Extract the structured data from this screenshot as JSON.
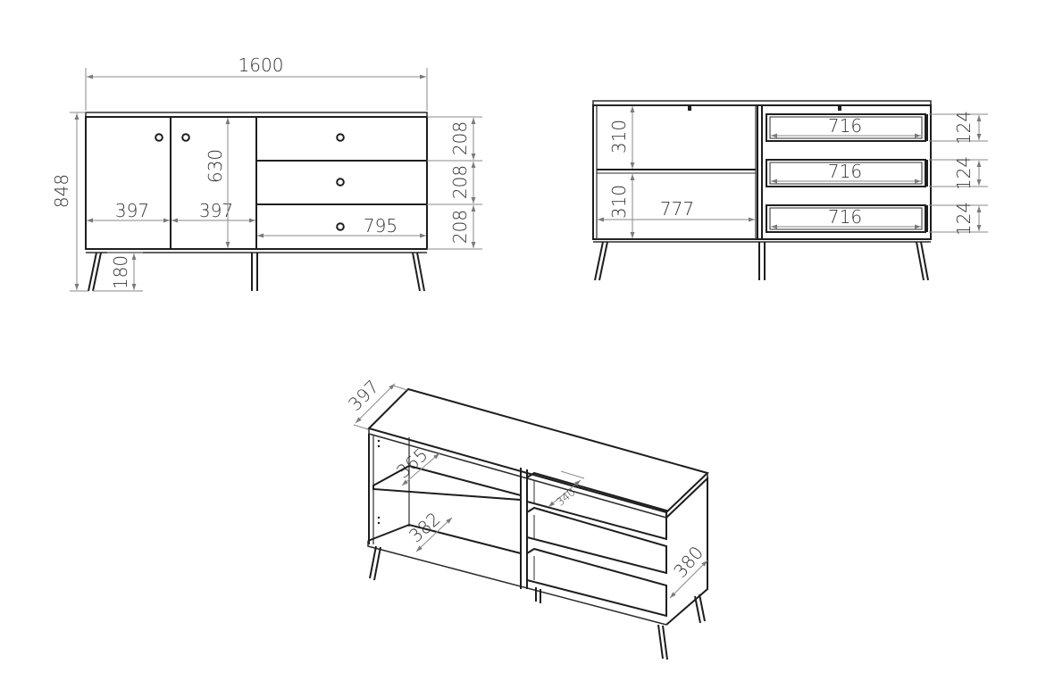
{
  "colors": {
    "ink": "#1e1e1e",
    "dimension": "#8a8a8a",
    "background": "#ffffff"
  },
  "front_view": {
    "overall_width": "1600",
    "overall_height": "848",
    "door_left_width": "397",
    "door_right_width": "397",
    "door_height": "630",
    "drawer_block_width": "795",
    "drawer_heights": [
      "208",
      "208",
      "208"
    ],
    "leg_height": "180"
  },
  "interior_view": {
    "shelf_heights": [
      "310",
      "310"
    ],
    "compartment_width": "777",
    "drawer_widths": [
      "716",
      "716",
      "716"
    ],
    "drawer_box_heights": [
      "124",
      "124",
      "124"
    ]
  },
  "iso_view": {
    "depth": "397",
    "upper_shelf_depth": "365",
    "lower_shelf_depth": "382",
    "drawer_depth": "340",
    "side_depth": "380"
  }
}
